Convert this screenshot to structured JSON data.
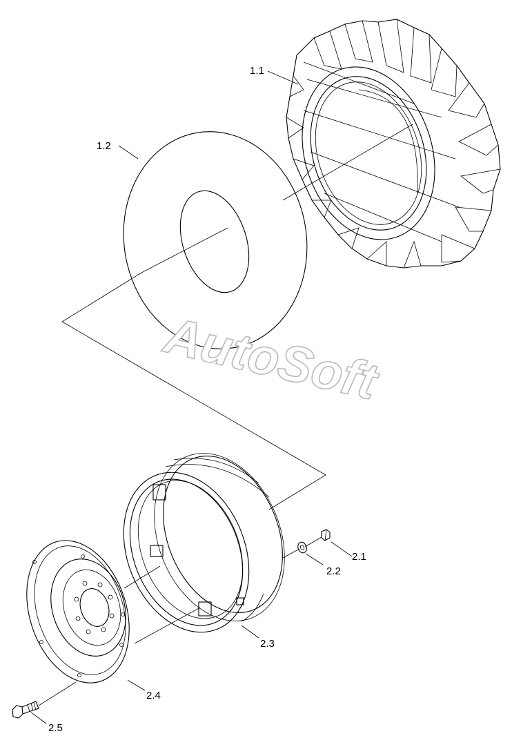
{
  "watermark": "AutoSoft",
  "labels": {
    "tire": "1.1",
    "tube": "1.2",
    "nut": "2.1",
    "washer": "2.2",
    "rim": "2.3",
    "disc": "2.4",
    "bolt": "2.5"
  }
}
